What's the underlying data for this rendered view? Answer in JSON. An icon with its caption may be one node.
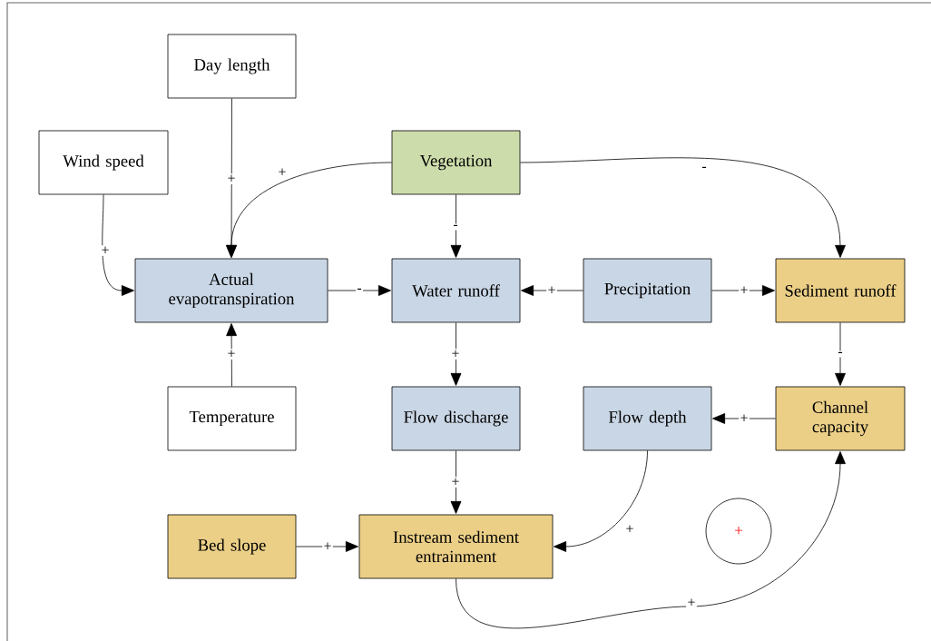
{
  "diagram": {
    "nodes": [
      {
        "text": [
          "Day length"
        ]
      },
      {
        "text": [
          "Wind speed"
        ]
      },
      {
        "text": [
          "Vegetation"
        ]
      },
      {
        "text": [
          "Actual evapotranspiration"
        ]
      },
      {
        "text": [
          "Water runoff"
        ]
      },
      {
        "text": [
          "Precipitation"
        ]
      },
      {
        "text": [
          "Sediment runoff"
        ]
      },
      {
        "text": [
          "Temperature"
        ]
      },
      {
        "text": [
          "Flow discharge"
        ]
      },
      {
        "text": [
          "Flow depth"
        ]
      },
      {
        "text": [
          "Channel capacity"
        ]
      },
      {
        "text": [
          "Bed slope"
        ]
      },
      {
        "text": [
          "Instream sediment entrainment"
        ]
      },
      {
        "text": [
          "+"
        ]
      }
    ],
    "edges": [
      {
        "from": 0,
        "to": 3,
        "arrow": "to",
        "label": "+"
      },
      {
        "from": 1,
        "to": 3,
        "arrow": "to",
        "label": "+"
      },
      {
        "from": 2,
        "to": 3,
        "arrow": "to",
        "label": "+"
      },
      {
        "from": 2,
        "to": 4,
        "arrow": "to",
        "label": "-"
      },
      {
        "from": 2,
        "to": 6,
        "arrow": "to",
        "label": "-"
      },
      {
        "from": 3,
        "to": 4,
        "arrow": "to",
        "label": "-"
      },
      {
        "from": 5,
        "to": 4,
        "arrow": "to",
        "label": "+"
      },
      {
        "from": 5,
        "to": 6,
        "arrow": "to",
        "label": "+"
      },
      {
        "from": 7,
        "to": 3,
        "arrow": "to",
        "label": "+"
      },
      {
        "from": 4,
        "to": 8,
        "arrow": "to",
        "label": "+"
      },
      {
        "from": 6,
        "to": 10,
        "arrow": "to",
        "label": "-"
      },
      {
        "from": 10,
        "to": 9,
        "arrow": "to",
        "label": "+"
      },
      {
        "from": 8,
        "to": 12,
        "arrow": "to",
        "label": "+"
      },
      {
        "from": 9,
        "to": 12,
        "arrow": "to",
        "label": "+"
      },
      {
        "from": 11,
        "to": 12,
        "arrow": "to",
        "label": "+"
      },
      {
        "from": 12,
        "to": 10,
        "arrow": "to",
        "label": "+"
      }
    ]
  }
}
